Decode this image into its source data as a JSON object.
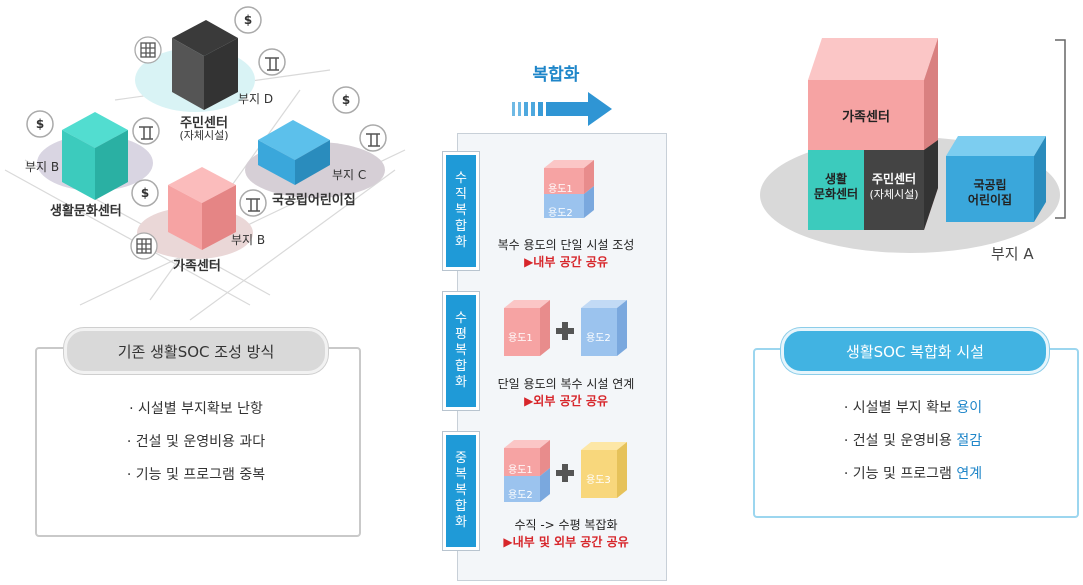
{
  "left": {
    "sites": {
      "site_d": "부지 D",
      "site_b1": "부지 B",
      "site_c": "부지 C",
      "site_b2": "부지 B"
    },
    "buildings": {
      "resident_center": "주민센터",
      "resident_center_sub": "(자체시설)",
      "living_culture": "생활문화센터",
      "national_daycare": "국공립어린이집",
      "family_center": "가족센터"
    },
    "panel_title": "기존 생활SOC 조성 방식",
    "items": [
      "· 시설별 부지확보 난항",
      "· 건설 및 운영비용 과다",
      "· 기능 및 프로그램 중복"
    ]
  },
  "middle": {
    "title": "복합화",
    "sections": [
      {
        "tab": "수직복합화",
        "uses": [
          "용도1",
          "용도2"
        ],
        "desc": "복수 용도의 단일 시설 조성",
        "result": "▶내부 공간 공유"
      },
      {
        "tab": "수평복합화",
        "uses": [
          "용도1",
          "용도2"
        ],
        "desc": "단일 용도의 복수 시설 연계",
        "result": "▶외부 공간 공유"
      },
      {
        "tab": "중복복합화",
        "uses": [
          "용도1",
          "용도2",
          "용도3"
        ],
        "desc": "수직 -> 수평 복잡화",
        "result": "▶내부 및 외부 공간 공유"
      }
    ]
  },
  "right": {
    "buildings": {
      "family_center": "가족센터",
      "living_culture_1": "생활",
      "living_culture_2": "문화센터",
      "resident_center": "주민센터",
      "resident_center_sub": "(자체시설)",
      "daycare_1": "국공립",
      "daycare_2": "어린이집"
    },
    "site_label": "부지 A",
    "panel_title": "생활SOC 복합화 시설",
    "items": [
      {
        "text": "· 시설별 부지 확보 ",
        "hl": "용이"
      },
      {
        "text": "· 건설 및 운영비용 ",
        "hl": "절감"
      },
      {
        "text": "· 기능 및 프로그램 ",
        "hl": "연계"
      }
    ]
  },
  "colors": {
    "teal": "#3ccbbd",
    "pink": "#f6a3a3",
    "blue": "#3aa7db",
    "dark": "#4a4a4a",
    "accent": "#1f9ad7",
    "red": "#d7262b"
  },
  "icons": [
    "dollar-icon",
    "construction-crane-icon",
    "building-grid-icon",
    "arrow-right-icon",
    "plus-icon"
  ]
}
